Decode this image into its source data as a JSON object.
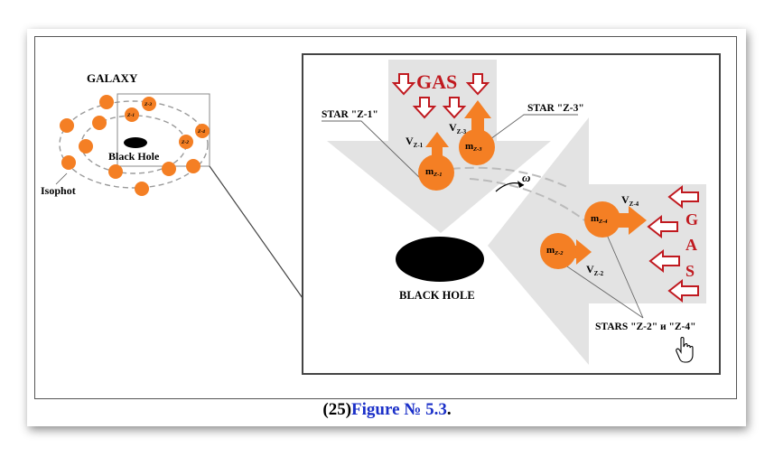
{
  "galaxy_overview": {
    "title": "GALAXY",
    "black_hole_label": "Black Hole",
    "isophot_label": "Isophot",
    "zone_tags": [
      "Z-1",
      "Z-2",
      "Z-3",
      "Z-4"
    ]
  },
  "inset": {
    "gas_top_label": "GAS",
    "gas_side_letters": [
      "G",
      "A",
      "S"
    ],
    "star_z1_label": "STAR \"Z-1\"",
    "star_z3_label": "STAR \"Z-3\"",
    "stars_z2_z4_label": "STARS \"Z-2\" и \"Z-4\"",
    "black_hole_label": "BLACK HOLE",
    "omega_label": "ω",
    "masses": {
      "z1": "m",
      "z1_sub": "Z-1",
      "z2": "m",
      "z2_sub": "Z-2",
      "z3": "m",
      "z3_sub": "Z-3",
      "z4": "m",
      "z4_sub": "Z-4"
    },
    "velocities": {
      "z1": "V",
      "z1_sub": "Z-1",
      "z2": "V",
      "z2_sub": "Z-2",
      "z3": "V",
      "z3_sub": "Z-3",
      "z4": "V",
      "z4_sub": "Z-4"
    }
  },
  "caption": {
    "number": "(25)",
    "title": "Figure № 5.3",
    "trailing": "."
  },
  "colors": {
    "star_orange": "#f47f24",
    "gas_red": "#c0191f",
    "caption_blue": "#1a2fc8",
    "cone_gray": "#e3e3e3"
  }
}
